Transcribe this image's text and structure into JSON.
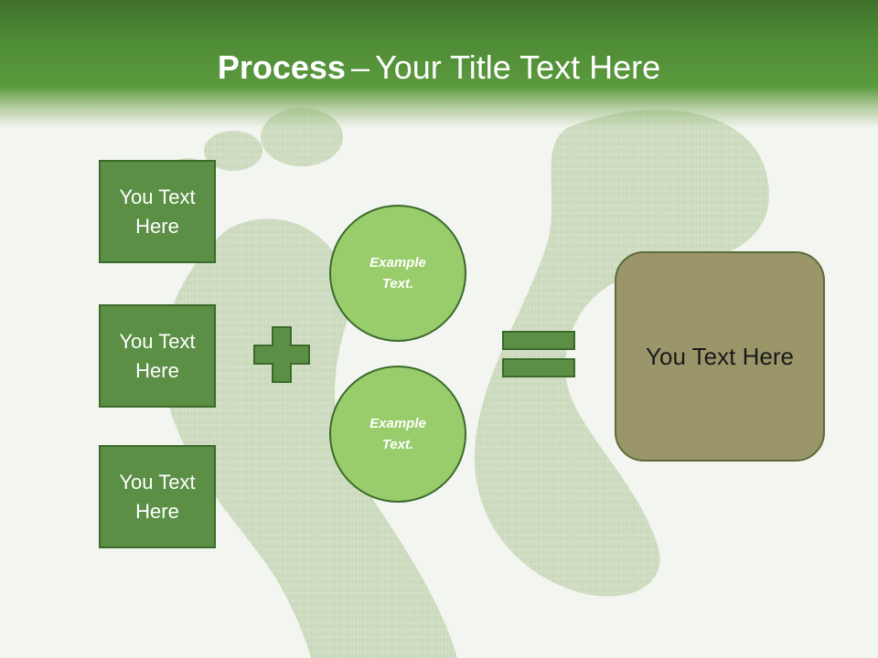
{
  "title": {
    "bold": "Process",
    "separator": "–",
    "rest": "Your Title Text Here"
  },
  "left_boxes": [
    {
      "label": "You Text Here"
    },
    {
      "label": "You Text Here"
    },
    {
      "label": "You Text Here"
    }
  ],
  "circles": [
    {
      "label": "Example Text."
    },
    {
      "label": "Example Text."
    }
  ],
  "operators": {
    "plus_icon": "plus-icon",
    "equals_icon": "equals-icon"
  },
  "result_box": {
    "label": "You Text Here"
  },
  "colors": {
    "header_green": "#4d8a35",
    "box_green": "#5a8f45",
    "box_border": "#3b6a2b",
    "circle_green": "#99cc6b",
    "result_olive": "#9a966a",
    "operator_green": "#5a8f45"
  }
}
